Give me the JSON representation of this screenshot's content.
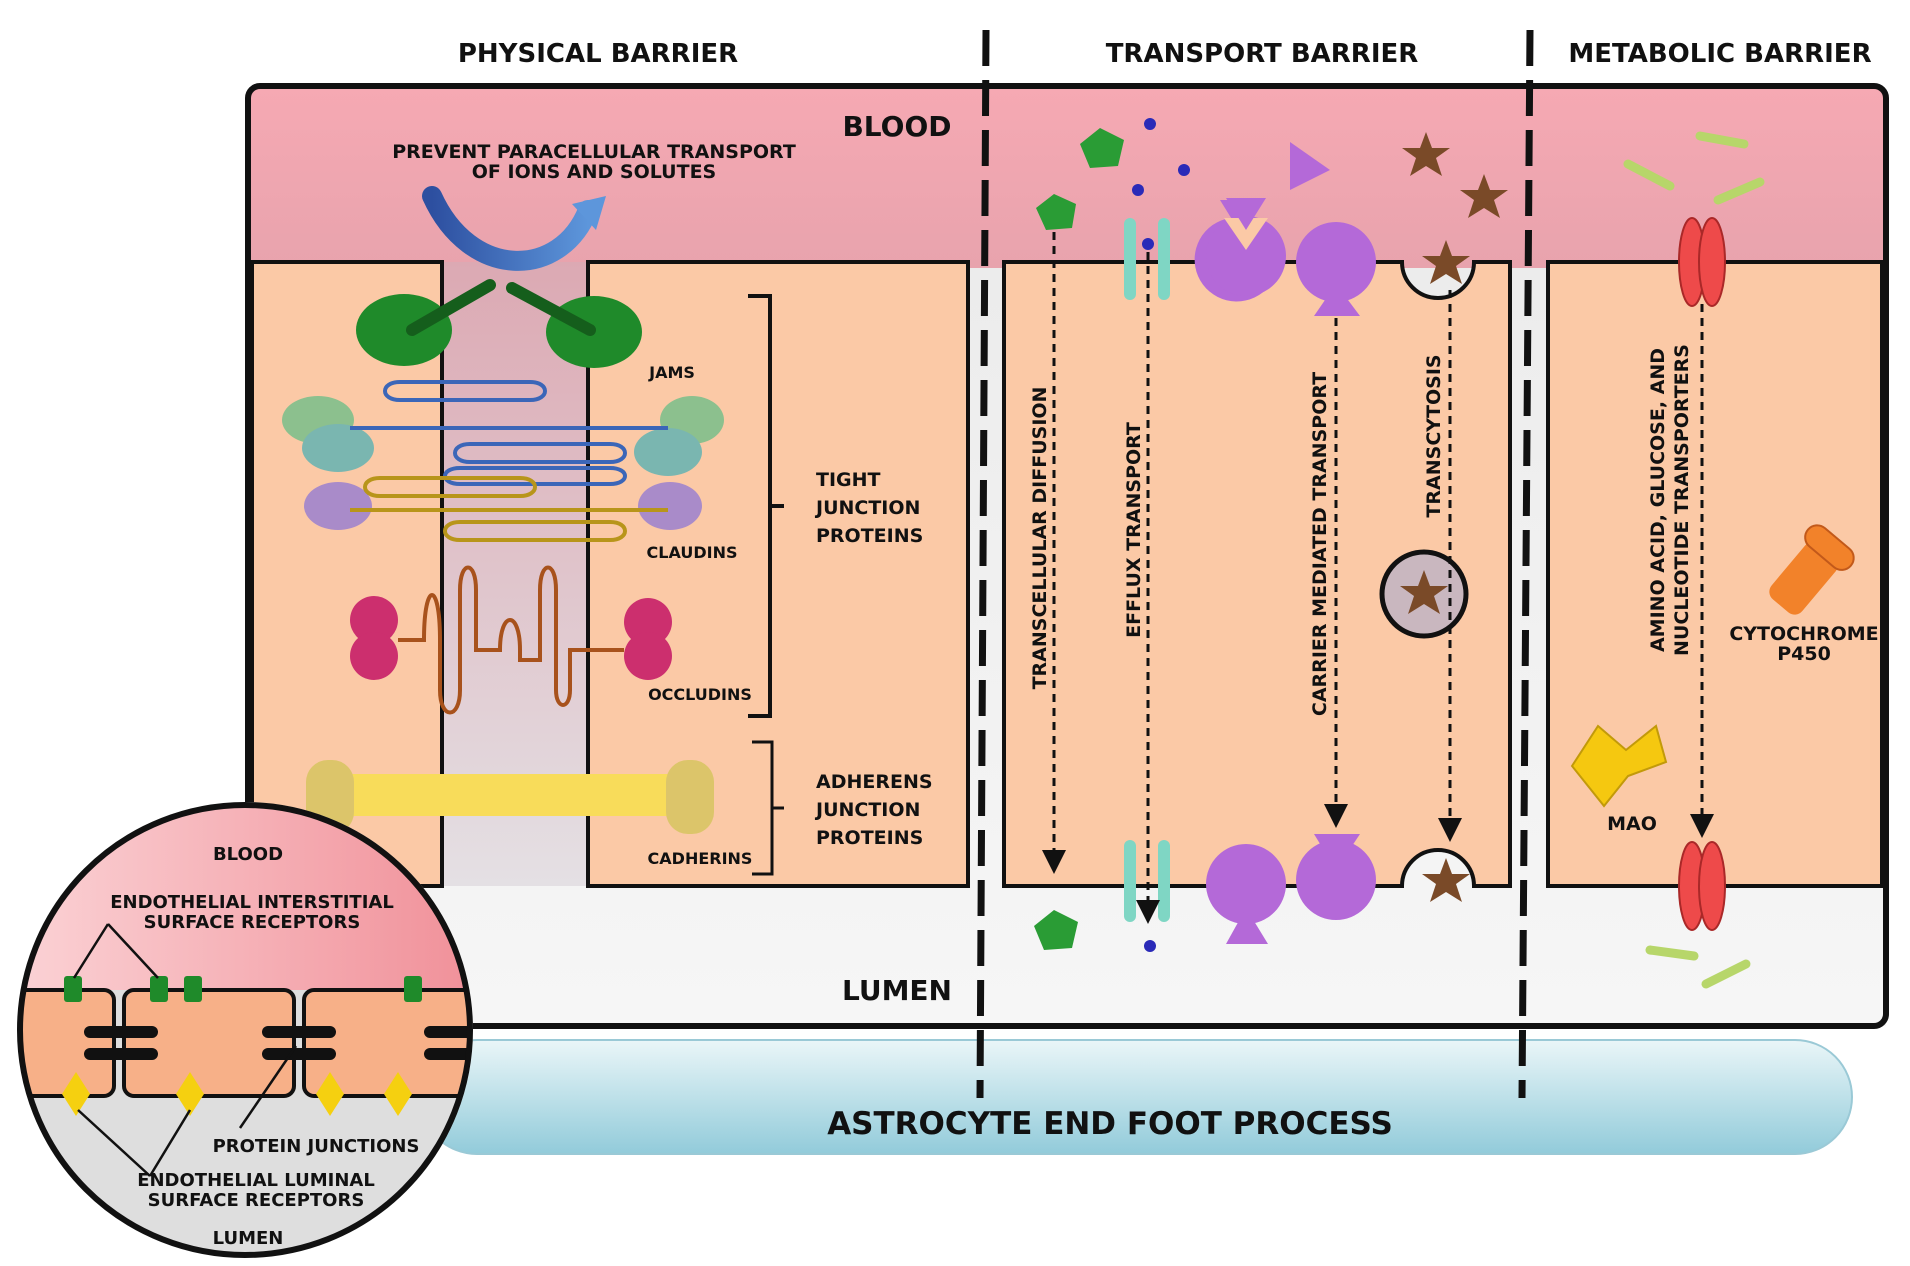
{
  "sections": {
    "physical": "PHYSICAL BARRIER",
    "transport": "TRANSPORT BARRIER",
    "metabolic": "METABOLIC BARRIER"
  },
  "regions": {
    "blood": "BLOOD",
    "lumen": "LUMEN",
    "astrocyte": "ASTROCYTE END FOOT PROCESS"
  },
  "physical": {
    "paracellular_line1": "PREVENT PARACELLULAR TRANSPORT",
    "paracellular_line2": "OF IONS AND SOLUTES",
    "jams": "JAMS",
    "claudins": "CLAUDINS",
    "occludins": "OCCLUDINS",
    "cadherins": "CADHERINS",
    "tight_line1": "TIGHT",
    "tight_line2": "JUNCTION",
    "tight_line3": "PROTEINS",
    "adherens_line1": "ADHERENS",
    "adherens_line2": "JUNCTION",
    "adherens_line3": "PROTEINS"
  },
  "transport": {
    "transcellular": "TRANSCELLULAR DIFFUSION",
    "efflux": "EFFLUX TRANSPORT",
    "carrier": "CARRIER MEDIATED TRANSPORT",
    "transcytosis": "TRANSCYTOSIS"
  },
  "metabolic": {
    "transporters_line1": "AMINO ACID, GLUCOSE, AND",
    "transporters_line2": "NUCLEOTIDE TRANSPORTERS",
    "cyp_line1": "CYTOCHROME",
    "cyp_line2": "P450",
    "mao": "MAO"
  },
  "inset": {
    "blood": "BLOOD",
    "interstitial_line1": "ENDOTHELIAL INTERSTITIAL",
    "interstitial_line2": "SURFACE RECEPTORS",
    "protein_junctions": "PROTEIN JUNCTIONS",
    "luminal_line1": "ENDOTHELIAL LUMINAL",
    "luminal_line2": "SURFACE RECEPTORS",
    "lumen": "LUMEN"
  },
  "colors": {
    "blood": "#f2a2ad",
    "cell": "#fbc9a6",
    "lumen": "#ededed",
    "astrocyte": "#a8d7e2",
    "jam": "#1f8a2a",
    "claudin_strand": "#3b66b8",
    "claudin_strand2": "#b8951a",
    "occludin": "#a8521c",
    "occludin_ball": "#cc2f6e",
    "cadherin": "#f8dc5a",
    "carrier": "#b469d8",
    "star": "#7a4a28",
    "efflux": "#7fd6c4",
    "transporter": "#ee4a4a",
    "cyp450": "#f2822a",
    "mao": "#f5c810",
    "receptor": "#1f8a2a",
    "luminal_receptor": "#f5d010",
    "rod": "#b7d66a"
  }
}
